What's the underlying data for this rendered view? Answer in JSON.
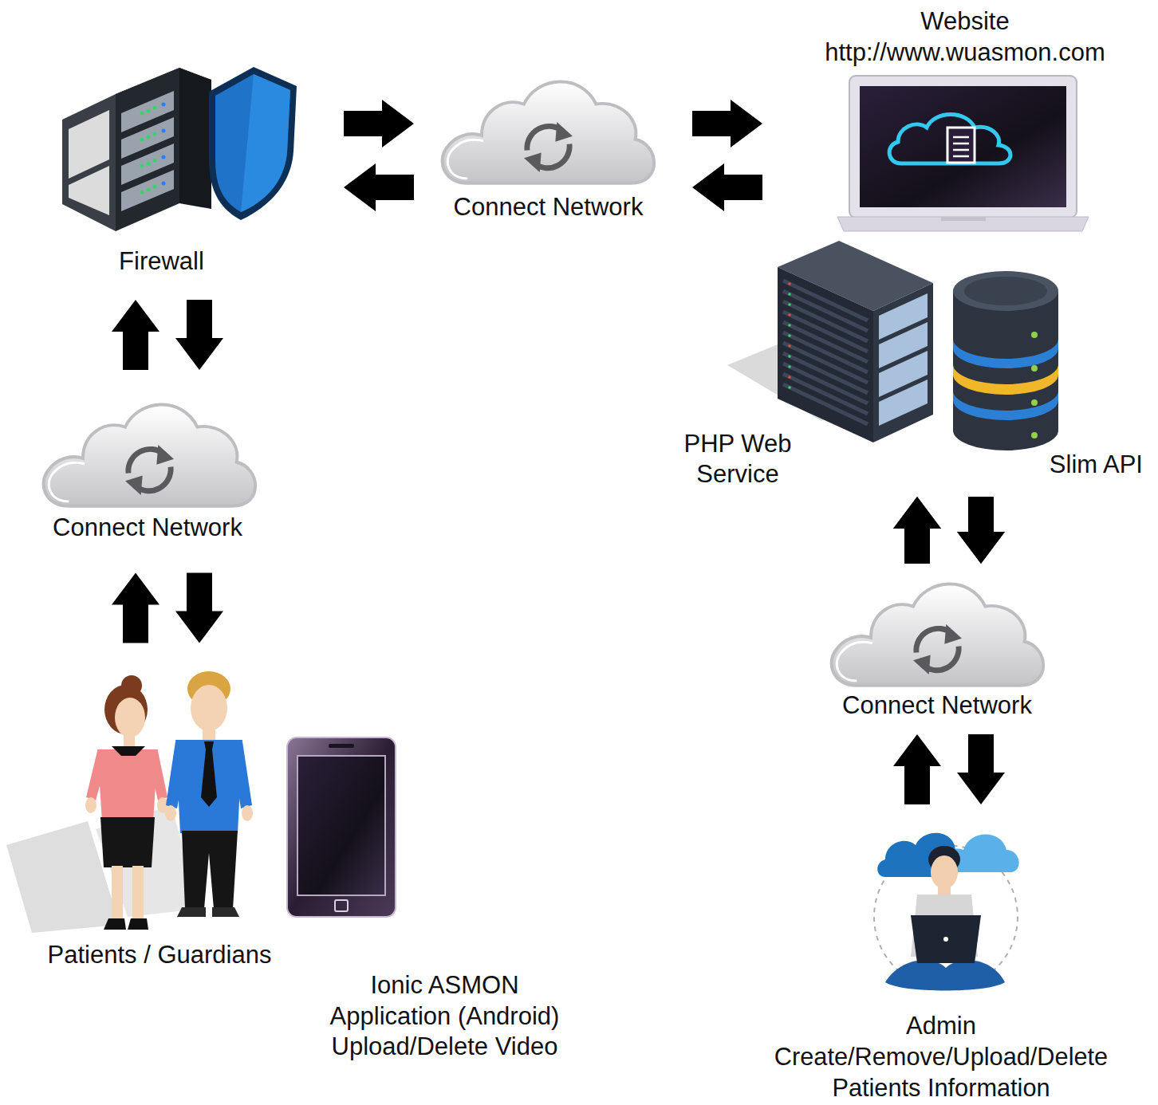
{
  "diagram": {
    "nodes": [
      {
        "text": [
          "Firewall"
        ]
      },
      {
        "text": [
          "Connect Network"
        ]
      },
      {
        "text": [
          "Website",
          "http://www.wuasmon.com"
        ]
      },
      {
        "text": [
          "PHP Web Service"
        ]
      },
      {
        "text": [
          "Slim API"
        ]
      },
      {
        "text": [
          "Connect Network"
        ]
      },
      {
        "text": [
          "Connect Network"
        ]
      },
      {
        "text": [
          "Patients / Guardians"
        ]
      },
      {
        "text": [
          "Ionic ASMON Application (Android) Upload/Delete Video"
        ]
      },
      {
        "text": [
          "Admin",
          "Create/Remove/Upload/Delete Patients Information"
        ]
      }
    ],
    "edges": [
      {
        "from": 0,
        "to": 1,
        "arrow": "both"
      },
      {
        "from": 1,
        "to": 2,
        "arrow": "both"
      },
      {
        "from": 0,
        "to": 5,
        "arrow": "both"
      },
      {
        "from": 5,
        "to": 7,
        "arrow": "both"
      },
      {
        "from": 3,
        "to": 6,
        "arrow": "both"
      },
      {
        "from": 4,
        "to": 6,
        "arrow": "both"
      },
      {
        "from": 6,
        "to": 9,
        "arrow": "both"
      }
    ]
  }
}
